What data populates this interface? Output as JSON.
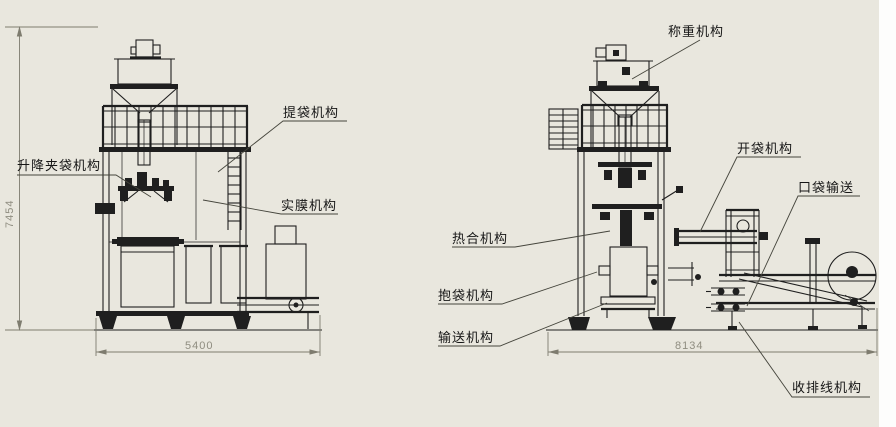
{
  "drawing": {
    "title": "packaging-machine-two-view-engineering-drawing",
    "labels": {
      "lift_clamp": "升降夹袋机构",
      "bag_lift": "提袋机构",
      "film": "实膜机构",
      "weigh": "称重机构",
      "bag_open": "开袋机构",
      "pocket_convey": "口袋输送",
      "heat_seal": "热合机构",
      "bag_hold": "抱袋机构",
      "convey": "输送机构",
      "cable_winder": "收排线机构"
    },
    "dimensions": {
      "overall_height": "7454",
      "left_machine_width": "5400",
      "right_machine_width": "8134"
    },
    "colors": {
      "background": "#e9e7de",
      "line": "#1f1f1f",
      "dimension_text": "#8f8d80"
    }
  }
}
